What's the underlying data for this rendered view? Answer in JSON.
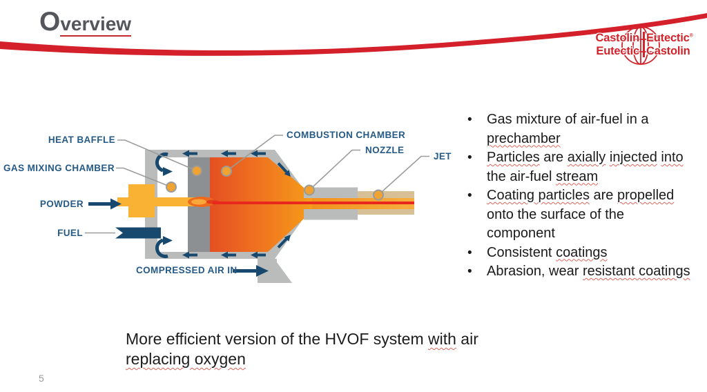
{
  "title": {
    "initial": "O",
    "rest": "verview"
  },
  "page_number": "5",
  "logo": {
    "row1_left": "Castolin",
    "row1_right": "Eutectic",
    "row1_reg": "®",
    "row2_left": "Eutectic",
    "row2_right": "Castolin"
  },
  "diagram_labels": {
    "heat_baffle": "HEAT BAFFLE",
    "gas_mixing_chamber": "GAS MIXING CHAMBER",
    "powder": "POWDER",
    "fuel": "FUEL",
    "compressed_air_in": "COMPRESSED AIR IN",
    "combustion_chamber": "COMBUSTION CHAMBER",
    "nozzle": "NOZZLE",
    "jet": "JET"
  },
  "bullets": [
    {
      "segments": [
        {
          "t": "Gas mixture of air-fuel in a"
        },
        {
          "br": true
        },
        {
          "t": "prechamber",
          "u": true
        }
      ]
    },
    {
      "segments": [
        {
          "t": "Particles",
          "u": true
        },
        {
          "t": " are "
        },
        {
          "t": "axially",
          "u": true
        },
        {
          "t": " "
        },
        {
          "t": "injected",
          "u": true
        },
        {
          "t": " "
        },
        {
          "t": "into",
          "u": true
        },
        {
          "br": true
        },
        {
          "t": "the air-fuel "
        },
        {
          "t": "stream",
          "u": true
        }
      ]
    },
    {
      "segments": [
        {
          "t": "Coating particles",
          "u": true
        },
        {
          "t": " are "
        },
        {
          "t": "propelled",
          "u": true
        },
        {
          "br": true
        },
        {
          "t": "onto the surface of the"
        },
        {
          "br": true
        },
        {
          "t": "component"
        }
      ]
    },
    {
      "segments": [
        {
          "t": "Consistent "
        },
        {
          "t": "coatings",
          "u": true
        }
      ]
    },
    {
      "segments": [
        {
          "t": "Abrasion, wear "
        },
        {
          "t": "resistant coatings",
          "u": true
        }
      ]
    }
  ],
  "footer": {
    "segments": [
      {
        "t": "More efficient version of the HVOF system "
      },
      {
        "t": "with",
        "u": true
      },
      {
        "t": " air"
      },
      {
        "br": true
      },
      {
        "t": "replacing oxygen",
        "u": true
      }
    ]
  },
  "colors": {
    "accent_red": "#d2232a",
    "swoosh_red": "#d3202a",
    "title_underline_red": "#c2272d",
    "label_navy": "#265a86",
    "arrow_navy": "#17496e",
    "casing_gray": "#b9bcbb",
    "baffle_gray": "#8d9092",
    "chamber_orange_left": "#e44f22",
    "chamber_orange_right": "#f59c19",
    "powder_yellow": "#f9b233",
    "jet_line_red": "#e8281c",
    "particle_orange": "#f0a233",
    "squiggle_red": "#e0635a",
    "title_gray": "#55565c"
  }
}
